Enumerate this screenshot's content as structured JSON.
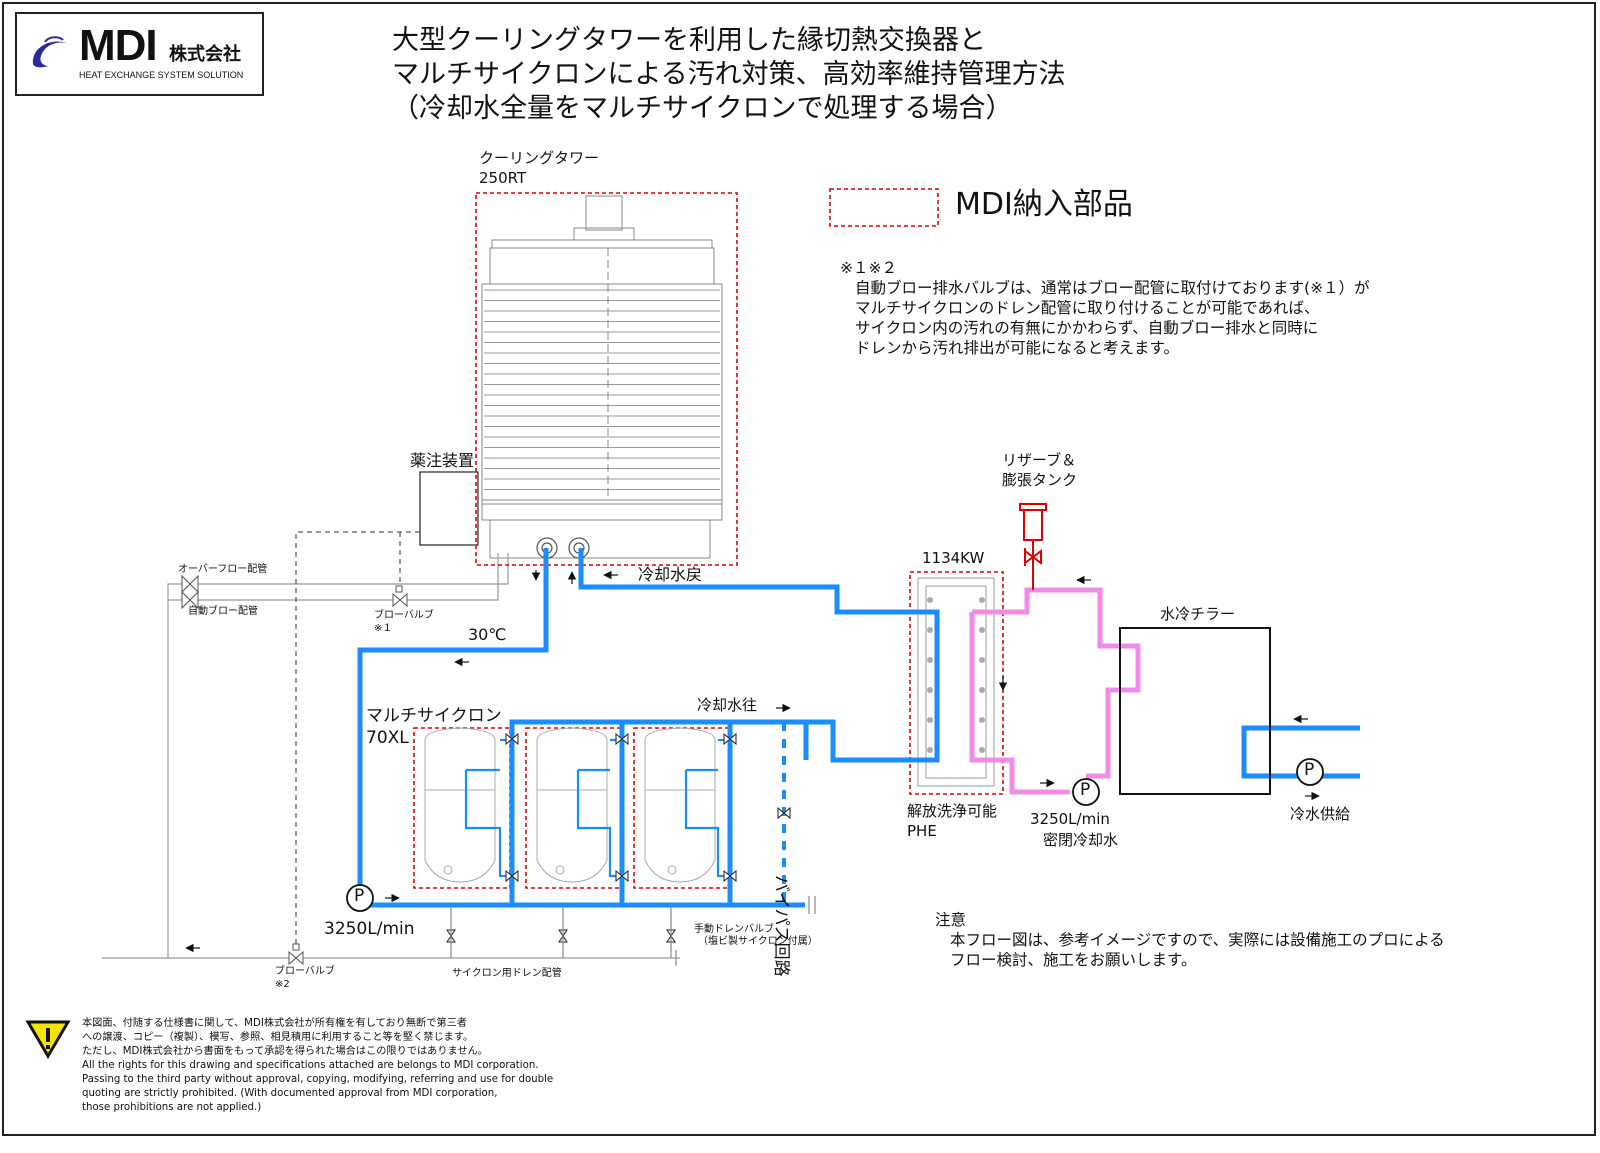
{
  "logo": {
    "word": "MDI",
    "company": "株式会社",
    "tagline": "HEAT EXCHANGE SYSTEM SOLUTION"
  },
  "title": "大型クーリングタワーを利用した縁切熱交換器と\nマルチサイクロンによる汚れ対策、高効率維持管理方法\n（冷却水全量をマルチサイクロンで処理する場合）",
  "legend": {
    "label": "MDI納入部品"
  },
  "note1": {
    "mark": "※１※２",
    "text": "自動ブロー排水バルブは、通常はブロー配管に取付けております(※１）が\nマルチサイクロンのドレン配管に取り付けることが可能であれば、\nサイクロン内の汚れの有無にかかわらず、自動ブロー排水と同時に\nドレンから汚れ排出が可能になると考えます。"
  },
  "note2": {
    "heading": "注意",
    "text": "本フロー図は、参考イメージですので、実際には設備施工のプロによる\nフロー検討、施工をお願いします。"
  },
  "labels": {
    "tower": "クーリングタワー",
    "tower_capacity": "250RT",
    "chem": "薬注装置",
    "overflow": "オーバーフロー配管",
    "autoblow": "自動ブロー配管",
    "blowvalve1": "ブローバルブ",
    "mark1": "※１",
    "blowvalve2": "ブローバルブ",
    "mark2": "※2",
    "return": "冷却水戻",
    "temp": "30℃",
    "cyclone": "マルチサイクロン",
    "cyclone_model": "70XL",
    "supply": "冷却水往",
    "bypass": "バイパス回路",
    "flow1": "3250L/min",
    "drain_valve": "手動ドレンバルブ",
    "drain_valve_note": "（塩ビ製サイクロン付属）",
    "drain_pipe": "サイクロン用ドレン配管",
    "phe_kw": "1134KW",
    "phe_name": "解放洗浄可能",
    "phe_type": "PHE",
    "reserve1": "リザーブ＆",
    "reserve2": "膨張タンク",
    "flow2": "3250L/min",
    "closed": "密閉冷却水",
    "chiller": "水冷チラー",
    "chilled_supply": "冷水供給",
    "pump": "P"
  },
  "disclaimer": "本図面、付随する仕様書に関して、MDI株式会社が所有権を有しており無断で第三者\nへの譲渡、コピー（複製）、模写、参照、相見積用に利用すること等を堅く禁じます。\nただし、MDI株式会社から書面をもって承認を得られた場合はこの限りではありません。\nAll the rights for this drawing and specifications attached are belongs to MDI corporation.\nPassing to the third party without approval, copying, modifying, referring and use for double\nquoting are strictly prohibited. (With documented approval from MDI corporation,\nthose prohibitions are not applied.)",
  "colors": {
    "cooling_water": "#1a8cff",
    "closed_water": "#f08ce8",
    "mdi_outline": "#e00000",
    "tank": "#e00000"
  }
}
